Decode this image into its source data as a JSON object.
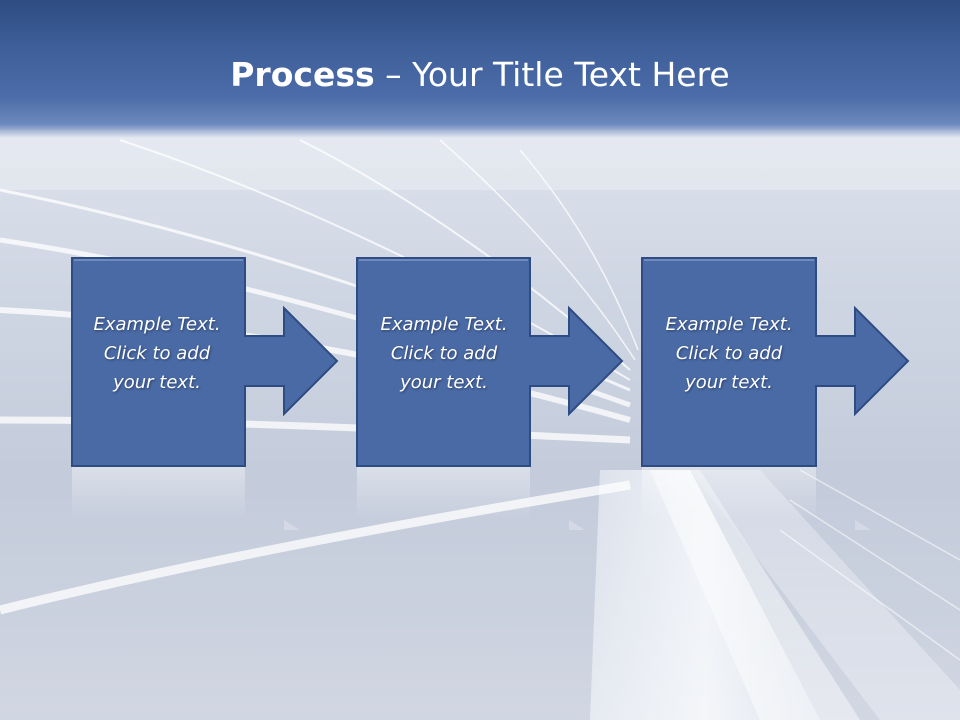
{
  "title": {
    "bold": "Process",
    "rest": " – Your Title Text Here"
  },
  "steps": [
    {
      "lines": [
        "Example Text.",
        "Click  to add",
        "your text."
      ]
    },
    {
      "lines": [
        "Example Text.",
        "Click  to add",
        "your text."
      ]
    },
    {
      "lines": [
        "Example Text.",
        "Click  to add",
        "your text."
      ]
    }
  ],
  "colors": {
    "title_bar": "#3e5f9a",
    "shape_fill": "#4a6aa5",
    "shape_stroke": "#2e4b82",
    "text": "#ffffff"
  },
  "icons": [
    "right-arrow-icon"
  ]
}
